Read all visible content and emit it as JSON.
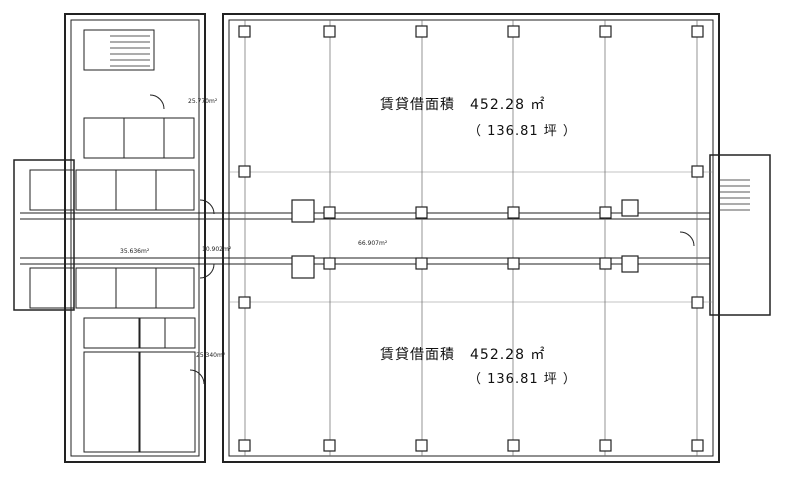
{
  "upper_space": {
    "label": "賃貸借面積　452.28 ㎡",
    "sub": "（ 136.81 坪 ）"
  },
  "lower_space": {
    "label": "賃貸借面積　452.28 ㎡",
    "sub": "（ 136.81 坪 ）"
  },
  "dimension_labels": {
    "west_corridor_area": "35.636m²",
    "main_corridor_area": "66.907m²",
    "core_corridor_small": "10.902m²",
    "upper_lobby_area": "25.770m²",
    "lower_lobby_area": "25.340m²"
  }
}
